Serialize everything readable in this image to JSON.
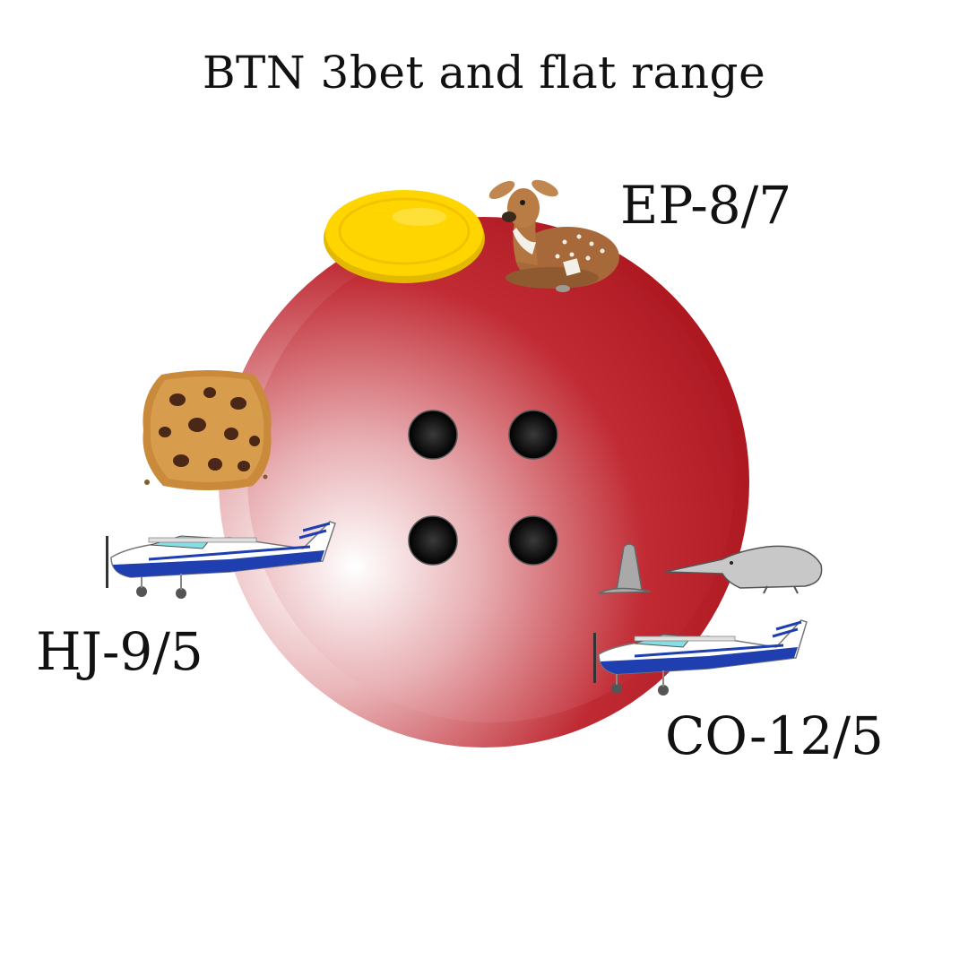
{
  "title": "BTN 3bet and flat range",
  "labels": {
    "ep": "EP-8/7",
    "hj": "HJ-9/5",
    "co": "CO-12/5"
  },
  "colors": {
    "button_red": "#b5232b",
    "button_highlight": "#ffffff",
    "lid_yellow": "#ffd400",
    "cookie": "#c98a3c",
    "plane_blue": "#1f3fb0"
  },
  "icons": {
    "center": "red-button-icon",
    "lid": "yellow-lid-icon",
    "deer": "fawn-icon",
    "cookie": "cookie-icon",
    "plane_left": "airplane-icon",
    "plane_right": "airplane-icon",
    "anteater": "anteater-icon",
    "termite_mound": "termite-mound-icon"
  }
}
